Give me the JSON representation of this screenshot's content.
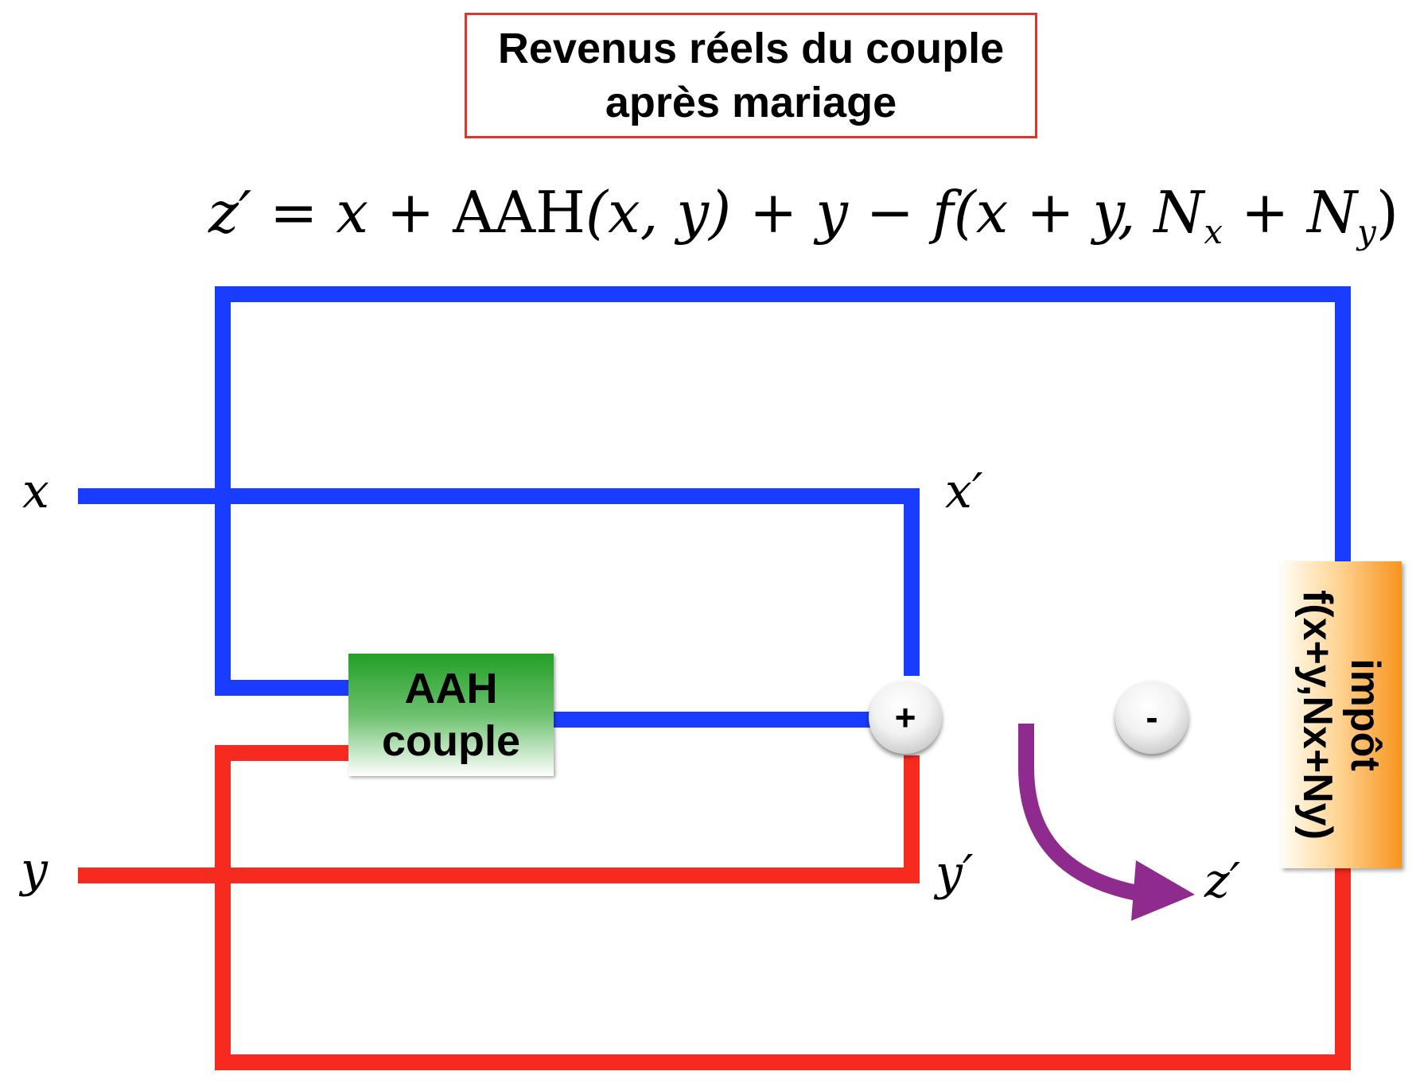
{
  "title": {
    "line1": "Revenus réels du couple",
    "line2": "après mariage"
  },
  "formula": {
    "z": "z′",
    "eq": " = ",
    "x": "x",
    "plus1": " + ",
    "aah": "AAH",
    "args1": "(x, y)",
    "plus2": " + ",
    "y": "y",
    "minus": " − ",
    "f": "f",
    "open": "(x + y, ",
    "N1": "N",
    "sub1": "x",
    "plus3": " + ",
    "N2": "N",
    "sub2": "y",
    "close": ")"
  },
  "inputs": {
    "x": "x",
    "y": "y"
  },
  "outputs": {
    "x_prime": "x′",
    "y_prime": "y′",
    "z_prime": "z′"
  },
  "aah_block": {
    "line1": "AAH",
    "line2": "couple"
  },
  "nodes": {
    "plus": "+",
    "minus": "-"
  },
  "impot_block": {
    "line1": "impôt",
    "line2": "f(x+y,Nx+Ny)"
  },
  "colors": {
    "x_wire": "#1a3cff",
    "y_wire": "#f72a1f",
    "z_wire": "#8f2a8f",
    "impot_wire": "#f7941d",
    "title_border": "#e0342b",
    "aah_green": "#23a027"
  }
}
